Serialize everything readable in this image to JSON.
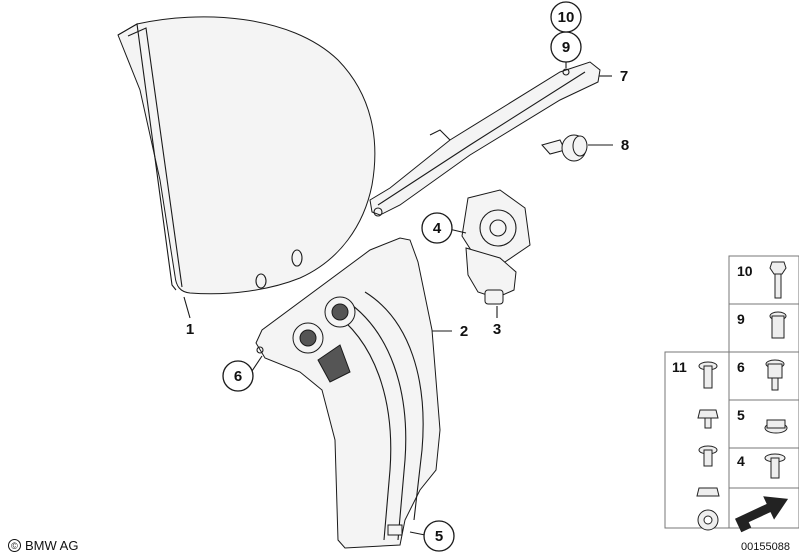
{
  "callouts": {
    "c1": "1",
    "c2": "2",
    "c3": "3",
    "c4": "4",
    "c5": "5",
    "c6": "6",
    "c7": "7",
    "c8": "8",
    "c9": "9",
    "c10": "10"
  },
  "hardware_panel": {
    "l10": "10",
    "l9": "9",
    "l11": "11",
    "l6": "6",
    "l5": "5",
    "l4": "4"
  },
  "footer": {
    "brand": "BMW AG",
    "brand_symbol": "©",
    "doc_number": "00155088"
  }
}
